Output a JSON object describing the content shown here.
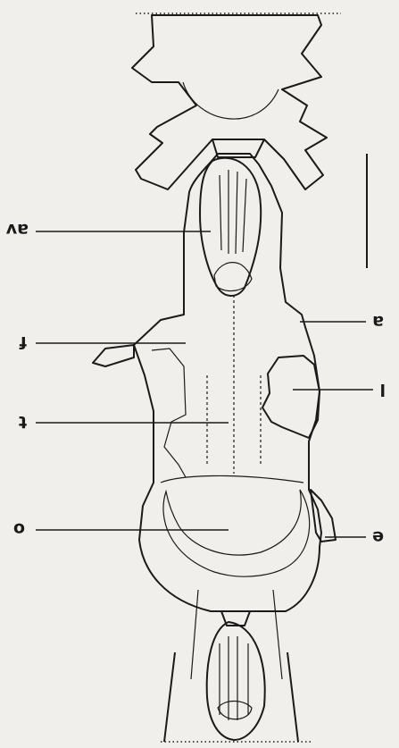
{
  "labels": {
    "av": "av",
    "f": "f",
    "t": "t",
    "o": "o",
    "a": "a",
    "l": "l",
    "e": "e"
  },
  "colors": {
    "background": "#f1efeb",
    "ink": "#1a1a1a"
  }
}
